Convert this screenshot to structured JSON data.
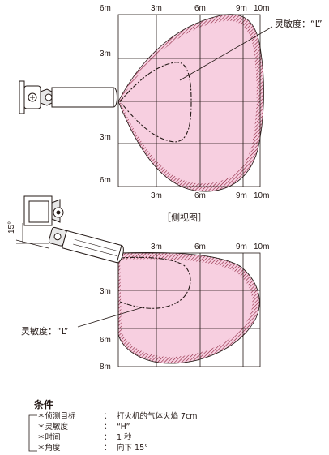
{
  "top_diagram": {
    "top_axis": [
      "6m",
      "3m",
      "6m",
      "9m",
      "10m"
    ],
    "left_axis": [
      "3m",
      "3m",
      "6m"
    ],
    "bottom_axis": [
      "3m",
      "6m",
      "9m",
      "10m"
    ],
    "sensitivity_label": "灵敏度：“L”",
    "caption": "［侧视图］"
  },
  "bottom_diagram": {
    "top_axis": [
      "3m",
      "6m",
      "9m",
      "10m"
    ],
    "left_axis": [
      "3m",
      "6m",
      "8m"
    ],
    "tilt_label": "15°",
    "sensitivity_label": "灵敏度：“L”"
  },
  "conditions": {
    "title": "条件",
    "rows": [
      {
        "key": "＊侦测目标",
        "sep": "：",
        "value": "打火机的气体火焰 7cm"
      },
      {
        "key": "＊灵敏度",
        "sep": "：",
        "value": "“H”"
      },
      {
        "key": "＊时间",
        "sep": "：",
        "value": "1 秒"
      },
      {
        "key": "＊角度",
        "sep": "：",
        "value": "向下 15°"
      }
    ]
  },
  "colors": {
    "zone_fill": "#f7cfe0",
    "hatch": "#8a1f3a",
    "grid": "#231815"
  }
}
